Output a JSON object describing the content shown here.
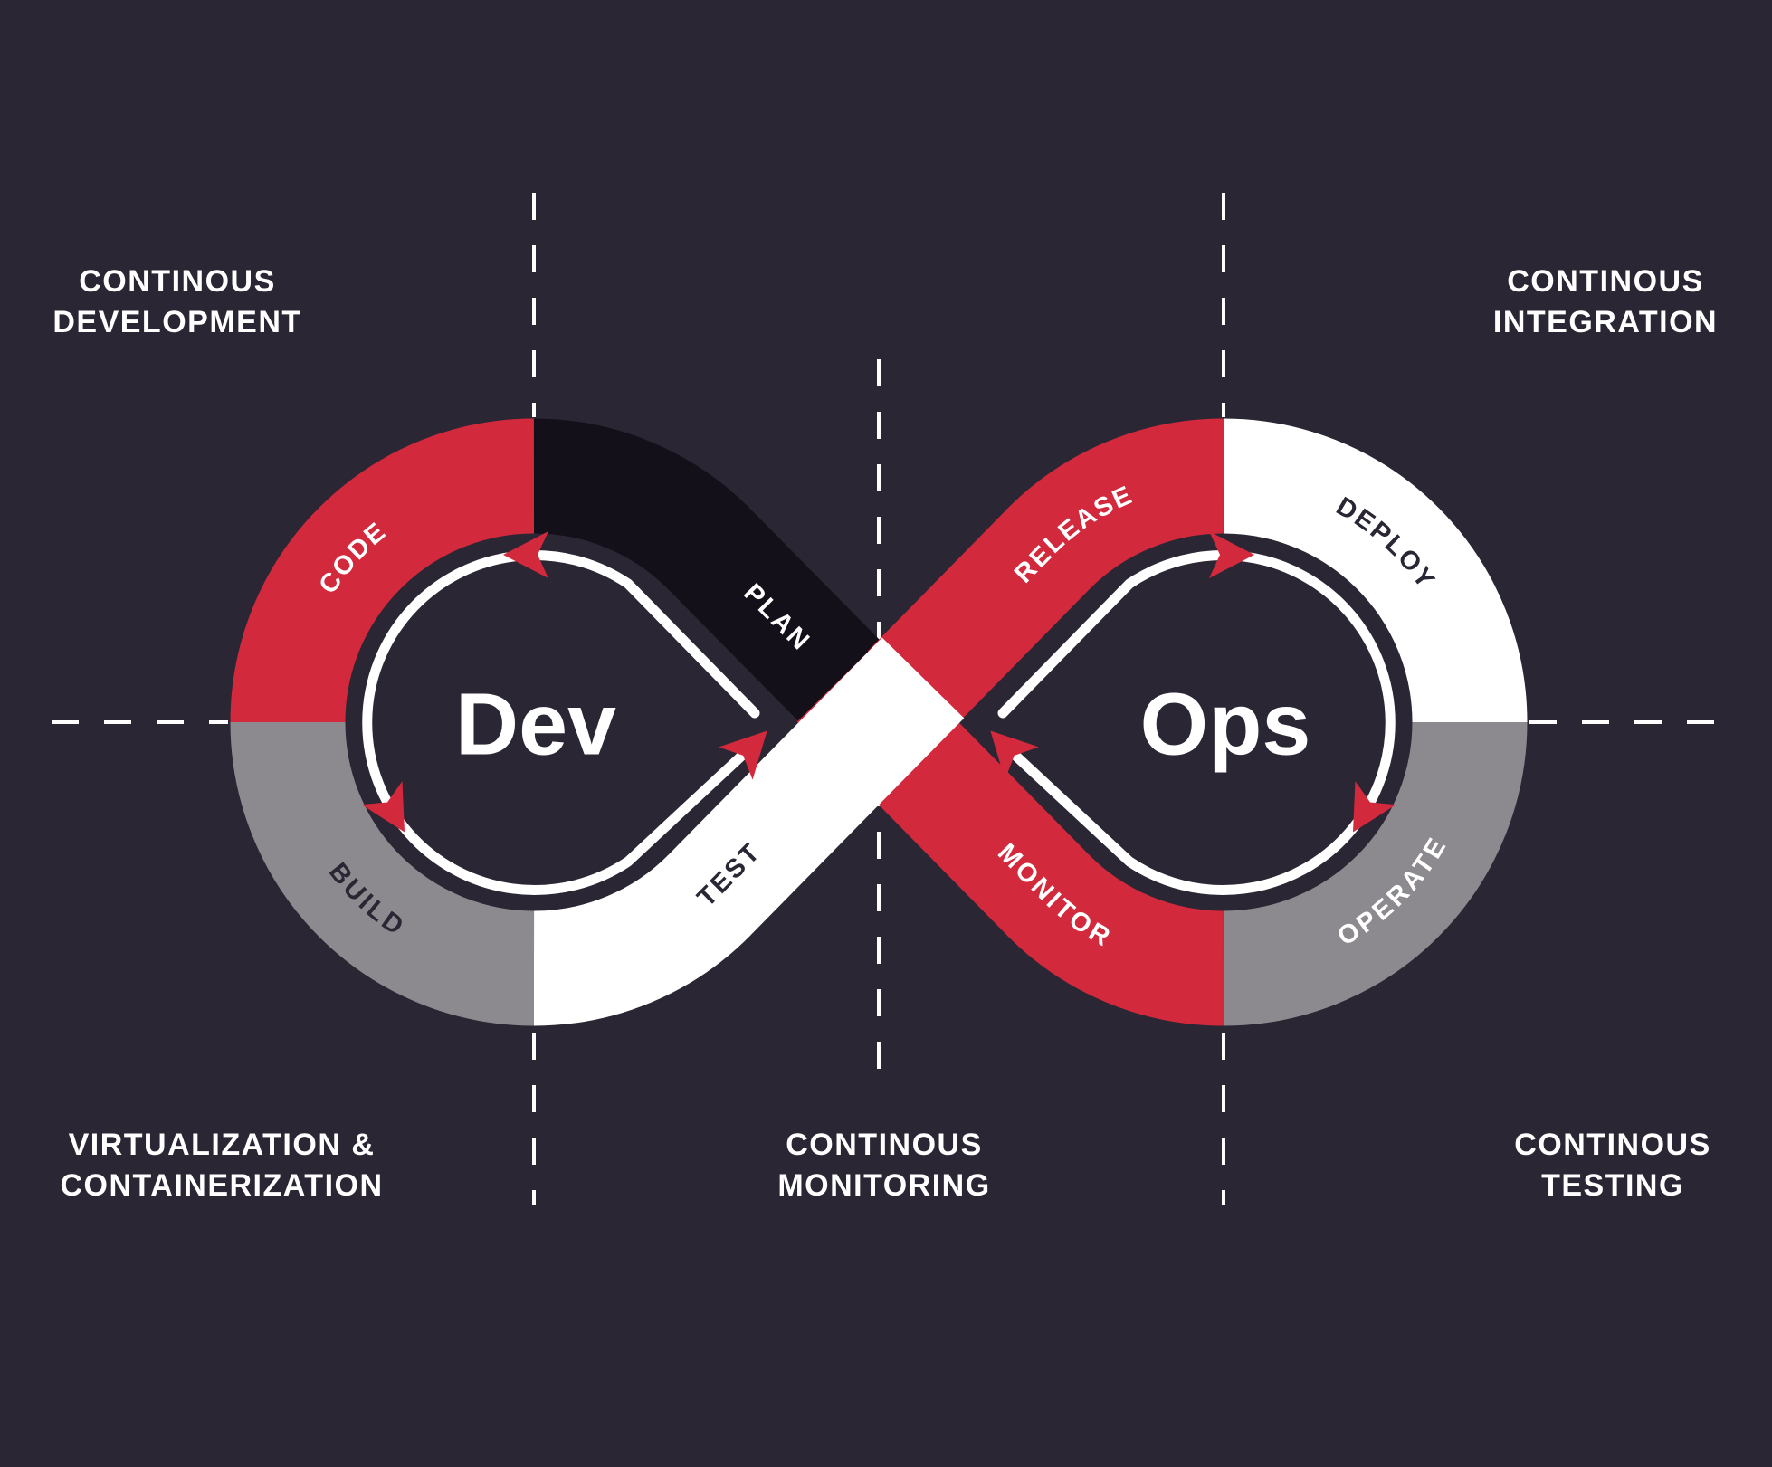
{
  "colors": {
    "background": "#2b2634",
    "band_red": "#d2293c",
    "band_black": "#131019",
    "band_gray": "#8d8a8f",
    "band_white": "#ffffff",
    "arrow_red": "#d2293c",
    "text_light": "#ffffff",
    "text_dark": "#2b2634"
  },
  "loops": {
    "dev": {
      "title": "Dev",
      "segments": {
        "code": "CODE",
        "plan": "PLAN",
        "build": "BUILD",
        "test": "TEST"
      }
    },
    "ops": {
      "title": "Ops",
      "segments": {
        "release": "RELEASE",
        "deploy": "DEPLOY",
        "operate": "OPERATE",
        "monitor": "MONITOR"
      }
    }
  },
  "corner_labels": {
    "top_left": {
      "line1": "CONTINOUS",
      "line2": "DEVELOPMENT"
    },
    "top_right": {
      "line1": "CONTINOUS",
      "line2": "INTEGRATION"
    },
    "bottom_left": {
      "line1": "VIRTUALIZATION &",
      "line2": "CONTAINERIZATION"
    },
    "bottom_center": {
      "line1": "CONTINOUS",
      "line2": "MONITORING"
    },
    "bottom_right": {
      "line1": "CONTINOUS",
      "line2": "TESTING"
    }
  }
}
